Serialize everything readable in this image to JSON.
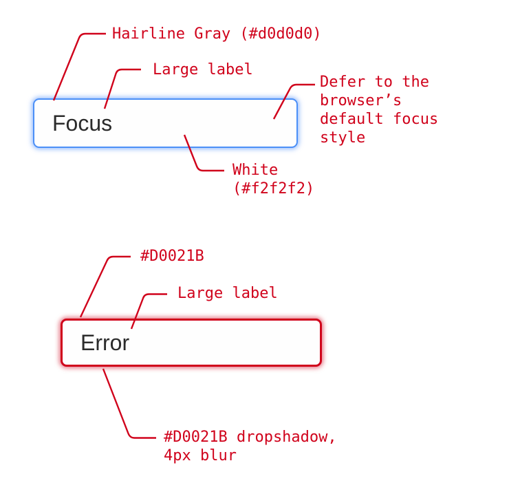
{
  "colors": {
    "annotation_red": "#d0021b",
    "focus_border_blue": "#4b8ff7",
    "hairline_gray": "#d0d0d0",
    "field_fill_white": "#f2f2f2",
    "input_text": "#2b2b2b",
    "background": "#ffffff"
  },
  "focus_section": {
    "input_value": "Focus",
    "annotations": {
      "hairline": "Hairline Gray (#d0d0d0)",
      "large_label": "Large label",
      "defer": "Defer to the\nbrowser’s\ndefault focus\nstyle",
      "white": "White\n(#f2f2f2)"
    }
  },
  "error_section": {
    "input_value": "Error",
    "annotations": {
      "color_hex": "#D0021B",
      "large_label": "Large label",
      "dropshadow": "#D0021B dropshadow,\n4px blur"
    }
  }
}
